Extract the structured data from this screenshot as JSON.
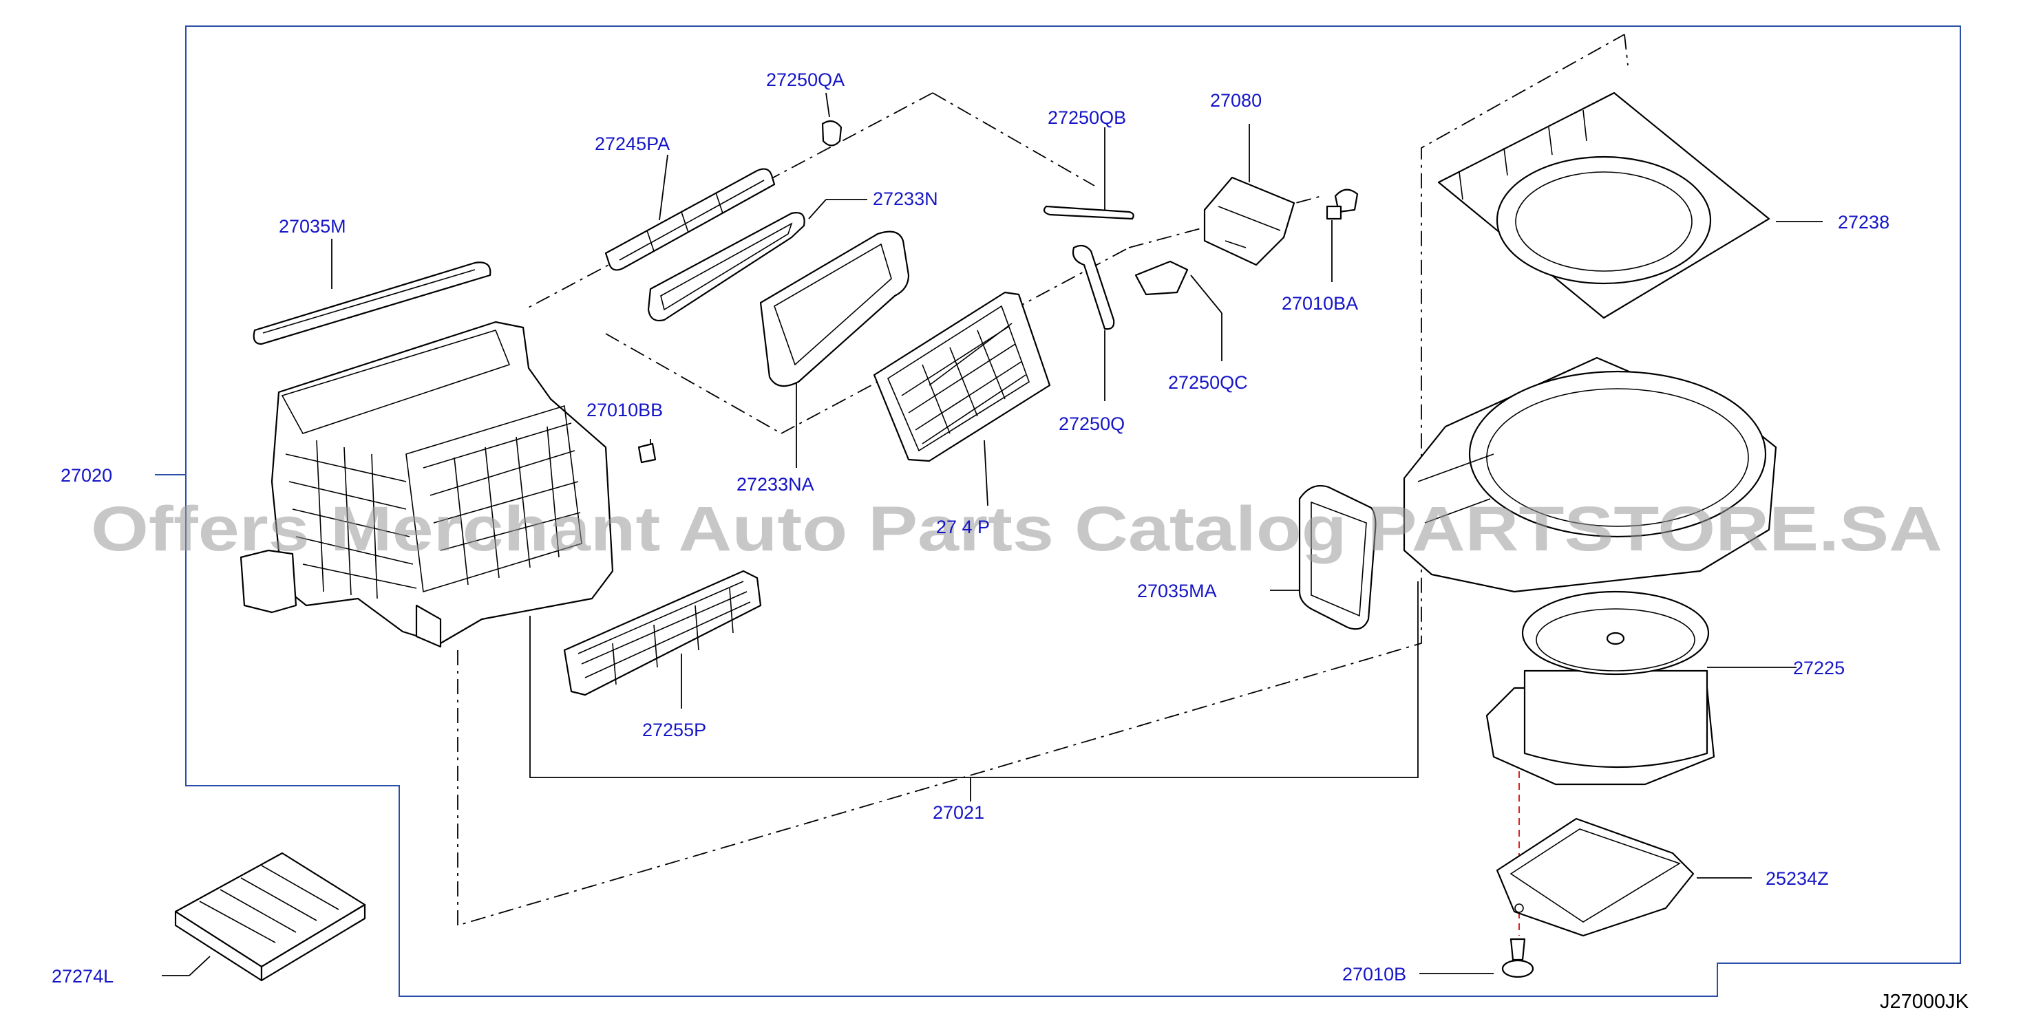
{
  "diagram": {
    "callouts": [
      {
        "id": "c-27250QA",
        "text": "27250QA"
      },
      {
        "id": "c-27245PA",
        "text": "27245PA"
      },
      {
        "id": "c-27233N",
        "text": "27233N"
      },
      {
        "id": "c-27035M",
        "text": "27035M"
      },
      {
        "id": "c-27010BB",
        "text": "27010BB"
      },
      {
        "id": "c-27233NA",
        "text": "27233NA"
      },
      {
        "id": "c-2714P",
        "text": "27 4 P"
      },
      {
        "id": "c-27020",
        "text": "27020"
      },
      {
        "id": "c-27255P",
        "text": "27255P"
      },
      {
        "id": "c-27021",
        "text": "27021"
      },
      {
        "id": "c-27274L",
        "text": "27274L"
      },
      {
        "id": "c-27250QB",
        "text": "27250QB"
      },
      {
        "id": "c-27080",
        "text": "27080"
      },
      {
        "id": "c-27010BA",
        "text": "27010BA"
      },
      {
        "id": "c-27250QC",
        "text": "27250QC"
      },
      {
        "id": "c-27250Q",
        "text": "27250Q"
      },
      {
        "id": "c-27238",
        "text": "27238"
      },
      {
        "id": "c-27035MA",
        "text": "27035MA"
      },
      {
        "id": "c-27225",
        "text": "27225"
      },
      {
        "id": "c-25234Z",
        "text": "25234Z"
      },
      {
        "id": "c-27010B",
        "text": "27010B"
      }
    ],
    "reference_code": "J27000JK",
    "watermark": "Offers Merchant Auto Parts Catalog PARTSTORE.SA",
    "colors": {
      "callout": "#1515c8",
      "frame": "#2b4fa8",
      "line": "#000000",
      "guide": "#e02020"
    }
  }
}
